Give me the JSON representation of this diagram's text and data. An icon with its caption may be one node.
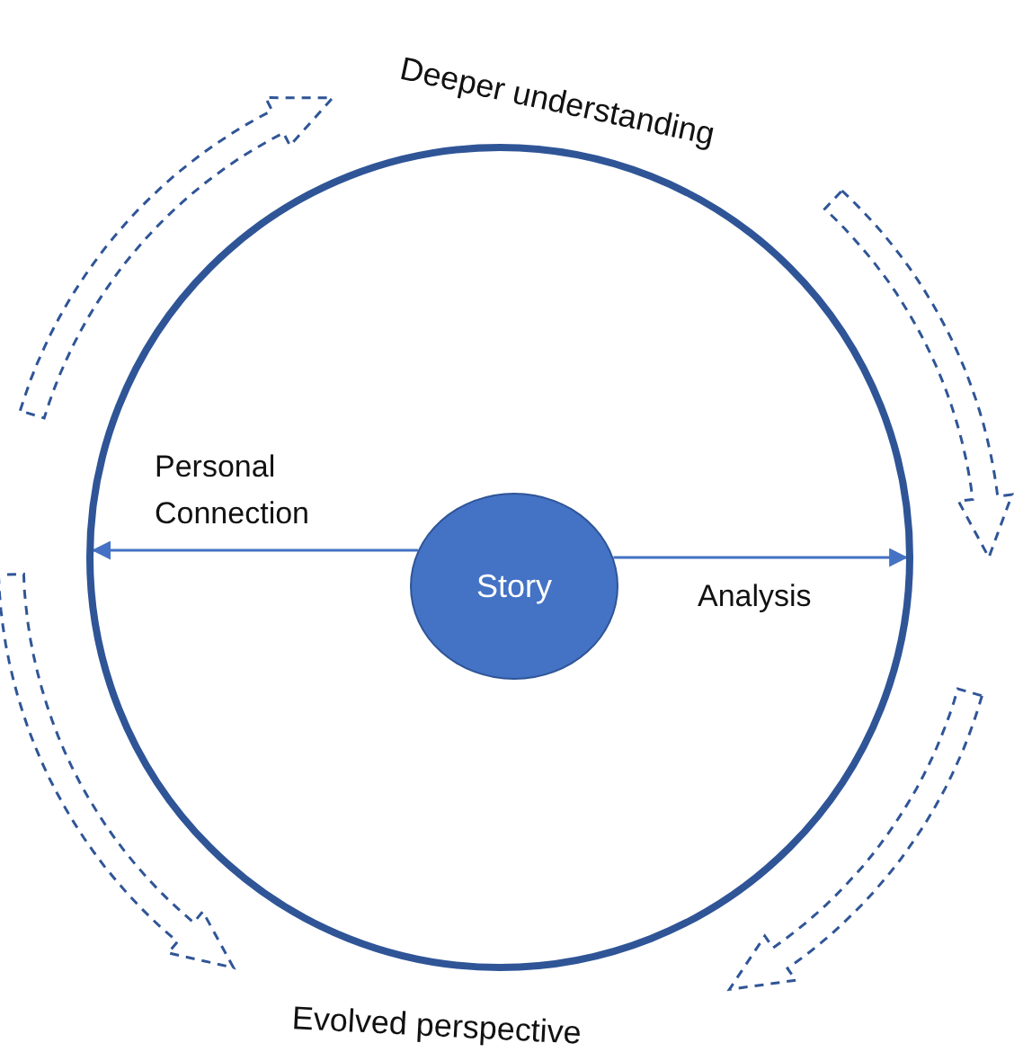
{
  "diagram": {
    "nodes": [
      {
        "text": [],
        "shape": "circle"
      },
      {
        "text": [
          "Story"
        ],
        "in": 0
      }
    ],
    "edges": [
      {
        "from": 1,
        "to": 0,
        "arrow": "to",
        "label": "Personal Connection"
      },
      {
        "from": 1,
        "to": 0,
        "arrow": "to",
        "label": "Analysis"
      }
    ],
    "labels": [
      "Deeper understanding",
      "Evolved perspective"
    ]
  }
}
